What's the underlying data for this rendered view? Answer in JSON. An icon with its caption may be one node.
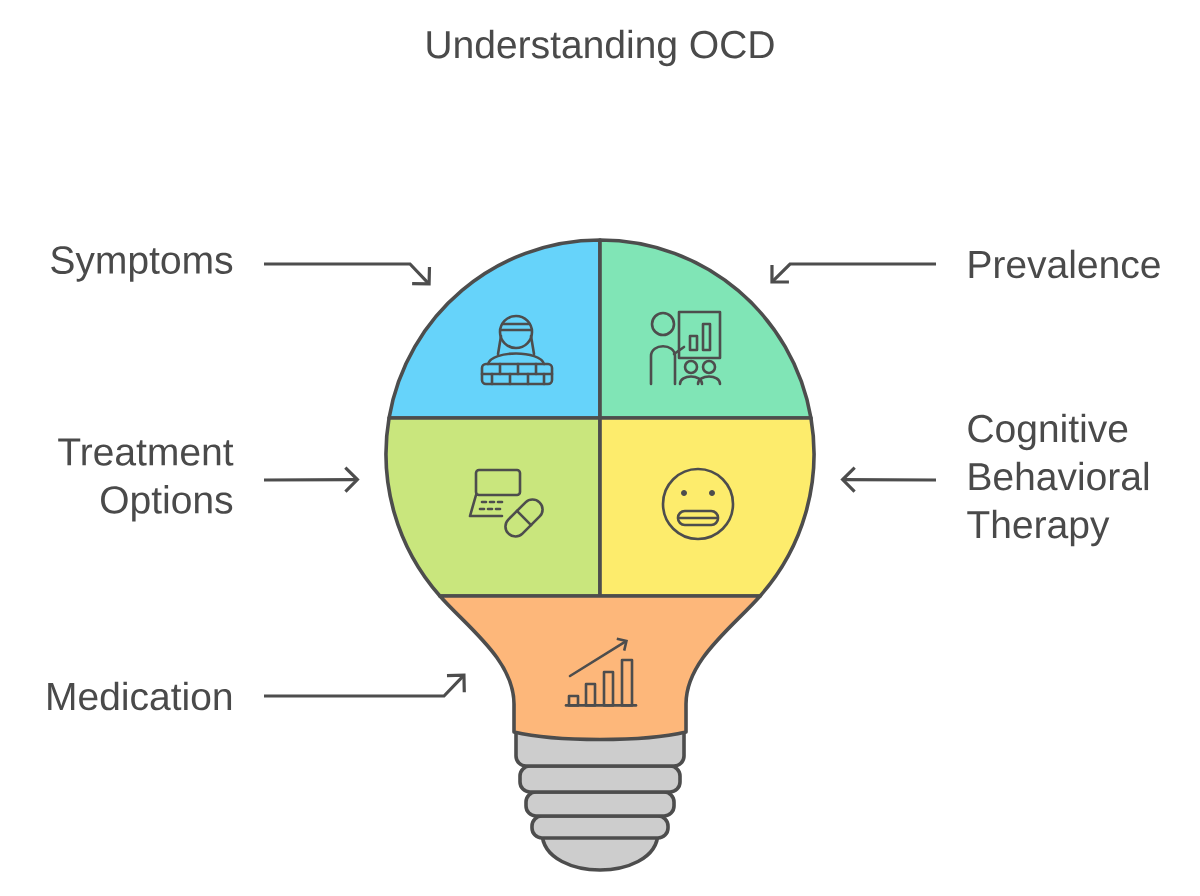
{
  "diagram": {
    "title": "Understanding OCD",
    "nodes": [
      {
        "text": [
          "Symptoms"
        ]
      },
      {
        "text": [],
        "shape": "picture"
      },
      {
        "text": [],
        "shape": "picture"
      },
      {
        "text": [
          "Prevalence"
        ]
      },
      {
        "text": [
          "Treatment Options"
        ]
      },
      {
        "text": [],
        "shape": "picture"
      },
      {
        "text": [],
        "shape": "picture"
      },
      {
        "text": [
          "Cognitive Behavioral Therapy"
        ]
      },
      {
        "text": [
          "Medication"
        ]
      },
      {
        "text": [],
        "shape": "picture"
      }
    ],
    "edges": [
      {
        "from": 0,
        "to": 1,
        "arrow": "to"
      },
      {
        "from": 3,
        "to": 2,
        "arrow": "to"
      },
      {
        "from": 4,
        "to": 5,
        "arrow": "to"
      },
      {
        "from": 7,
        "to": 6,
        "arrow": "to"
      },
      {
        "from": 8,
        "to": 9,
        "arrow": "to"
      }
    ]
  }
}
